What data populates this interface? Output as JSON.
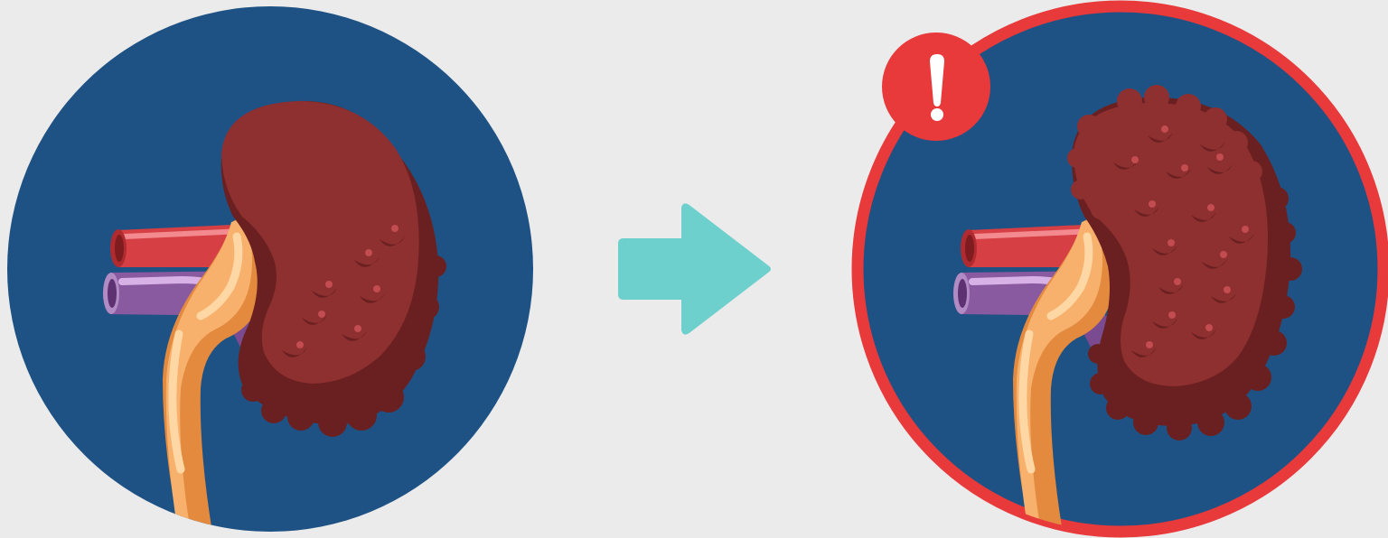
{
  "scene": {
    "background_color": "#ebebeb",
    "circle_fill": "#1f5284",
    "alert_color": "#e8393b",
    "arrow_color": "#6dd0cd",
    "kidney_color": "#8e2f30",
    "kidney_shadow": "#6a2020",
    "artery_color": "#d63f44",
    "vein_color": "#8a5aa0",
    "ureter_color": "#f5a55e"
  },
  "panels": [
    {
      "name": "healthy-kidney",
      "cysts": "few"
    },
    {
      "name": "polycystic-kidney",
      "cysts": "many",
      "alert": true
    }
  ],
  "transition": {
    "icon": "arrow-right-icon"
  },
  "alert_badge": {
    "icon": "exclamation-icon"
  }
}
